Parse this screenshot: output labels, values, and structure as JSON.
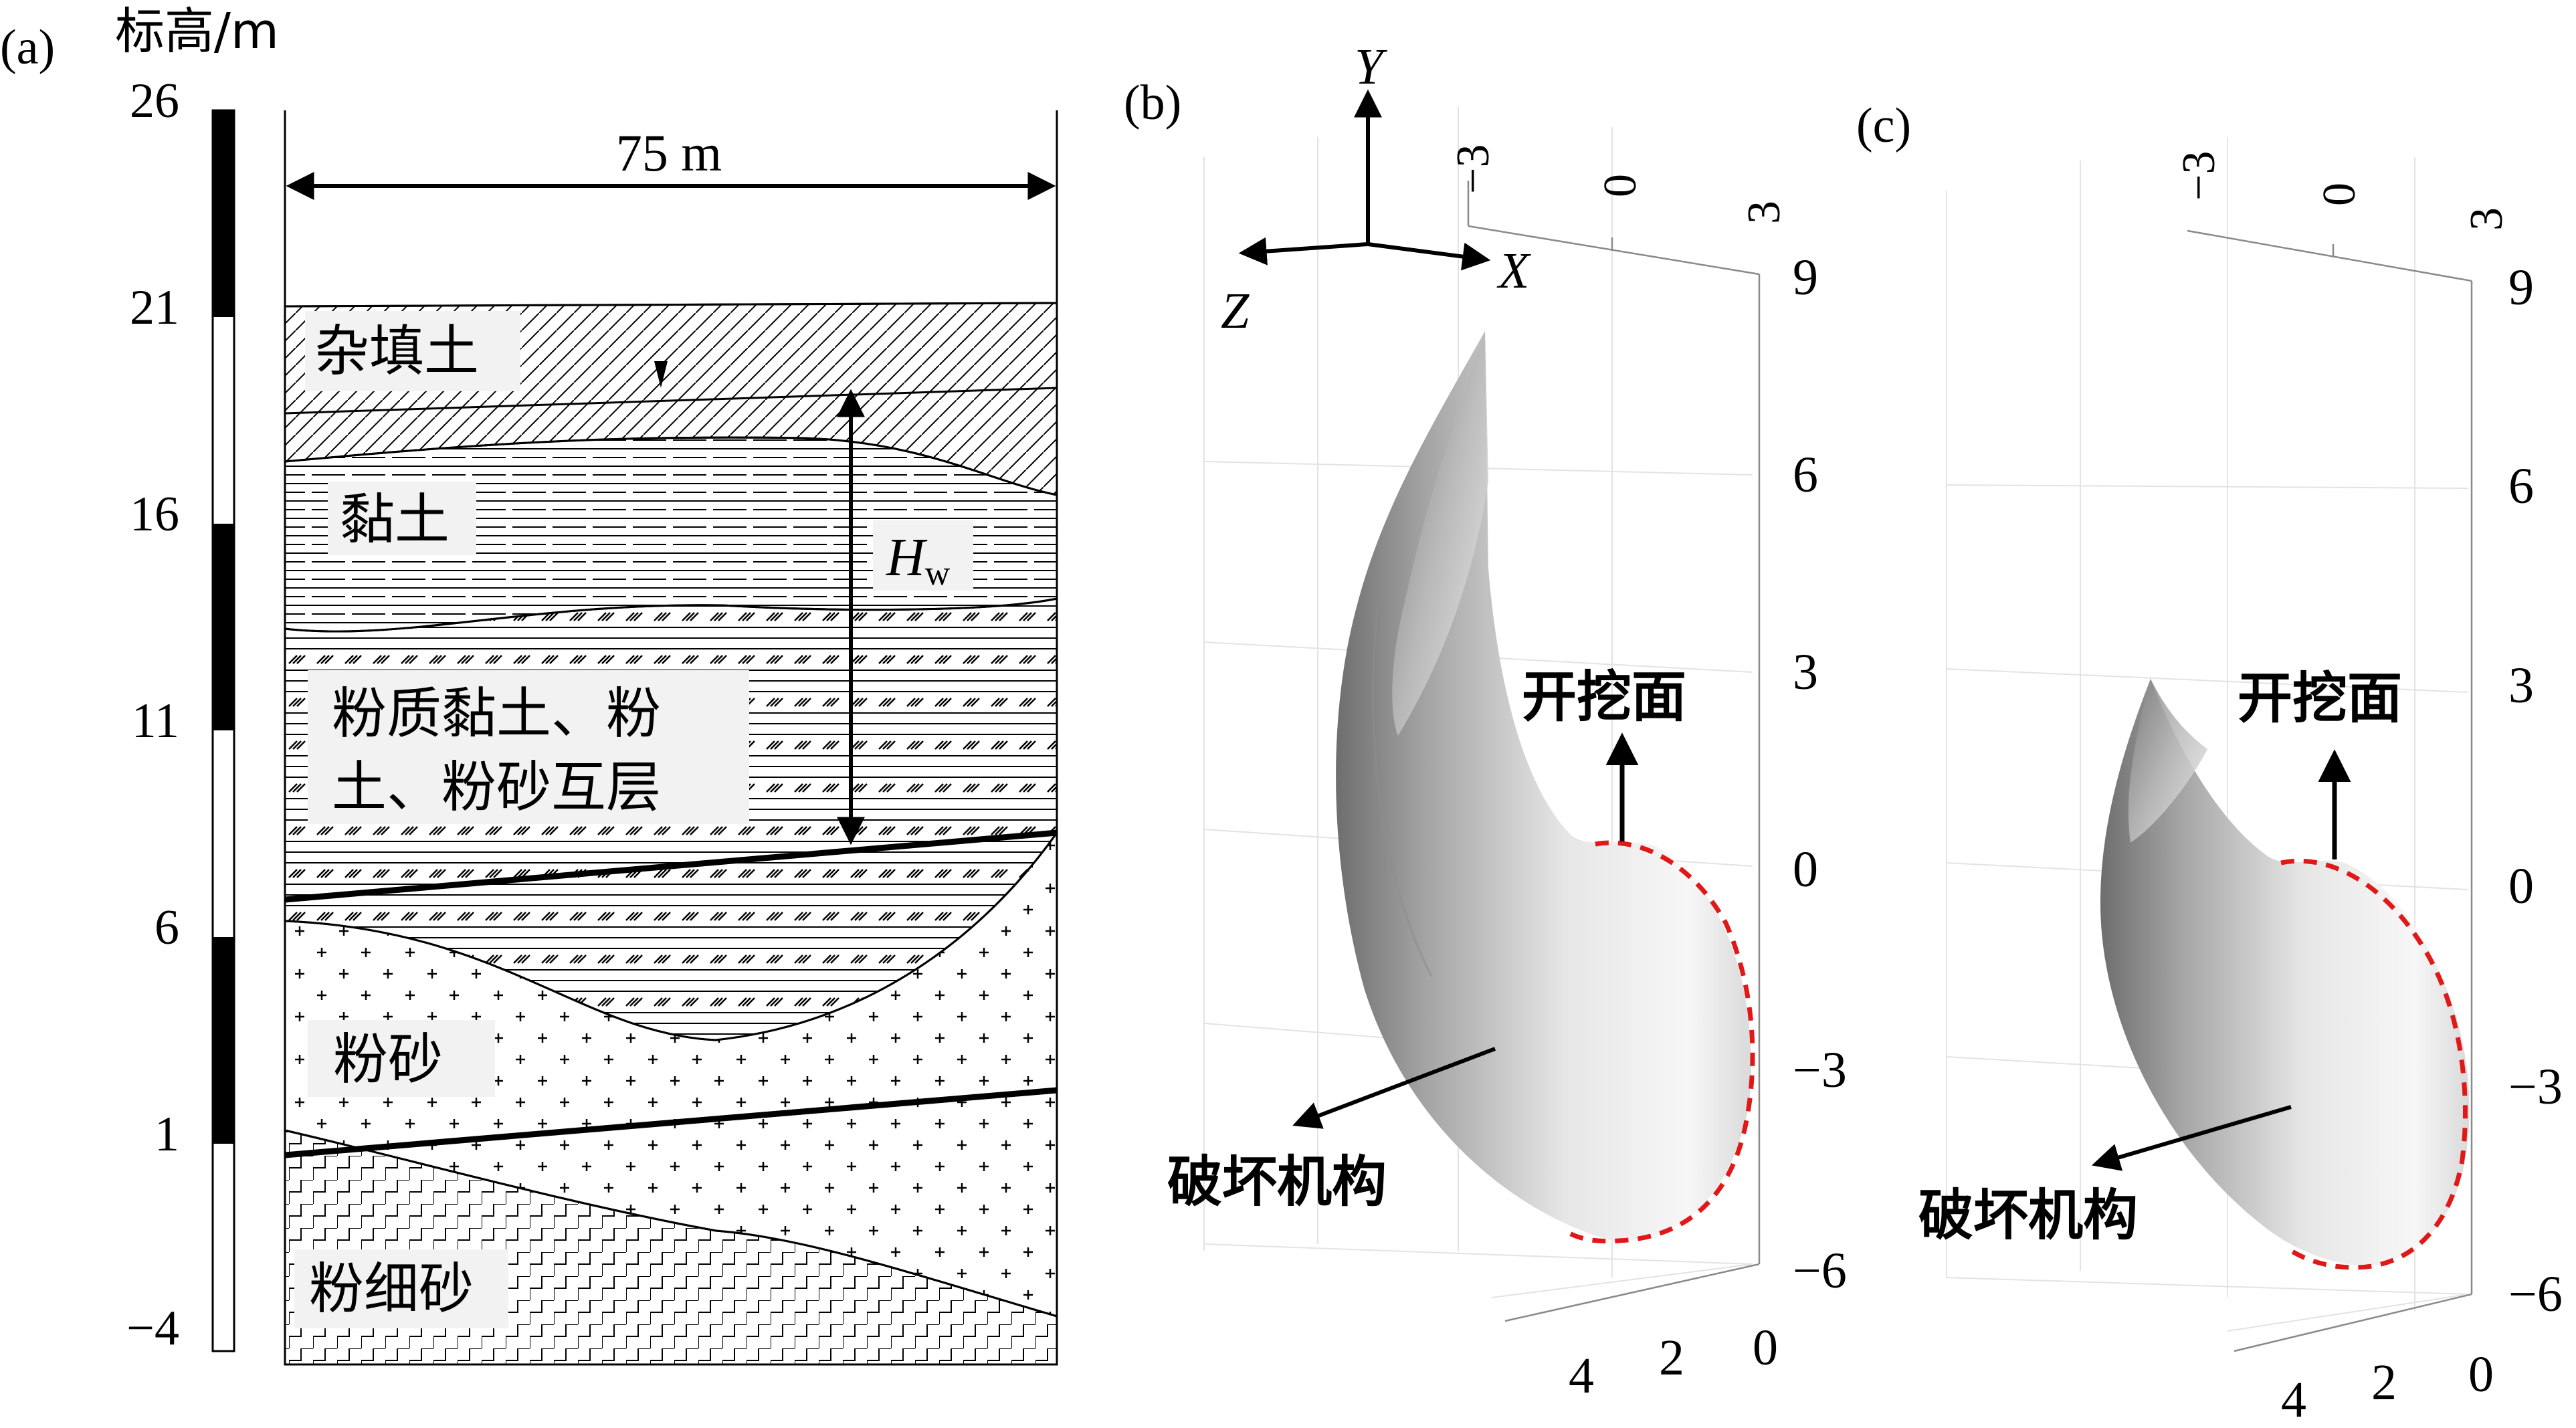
{
  "panel_a": {
    "label": "(a)",
    "axis_title": "标高/m",
    "ticks": [
      "26",
      "21",
      "16",
      "11",
      "6",
      "1",
      "−4"
    ],
    "width_label": "75 m",
    "hw_main": "H",
    "hw_sub": "w",
    "layers": [
      "杂填土",
      "黏土",
      "粉质黏土、粉",
      "土、粉砂互层",
      "粉砂",
      "粉细砂"
    ]
  },
  "panel_b": {
    "label": "(b)",
    "axis_y": "Y",
    "axis_x": "X",
    "axis_z": "Z",
    "top_ticks": [
      "−3",
      "0",
      "3"
    ],
    "right_ticks": [
      "9",
      "6",
      "3",
      "0",
      "−3",
      "−6"
    ],
    "bottom_ticks": [
      "4",
      "2",
      "0"
    ],
    "label_face": "开挖面",
    "label_mech": "破坏机构"
  },
  "panel_c": {
    "label": "(c)",
    "top_ticks": [
      "−3",
      "0",
      "3"
    ],
    "right_ticks": [
      "9",
      "6",
      "3",
      "0",
      "−3",
      "−6"
    ],
    "bottom_ticks": [
      "4",
      "2",
      "0"
    ],
    "label_face": "开挖面",
    "label_mech": "破坏机构"
  }
}
